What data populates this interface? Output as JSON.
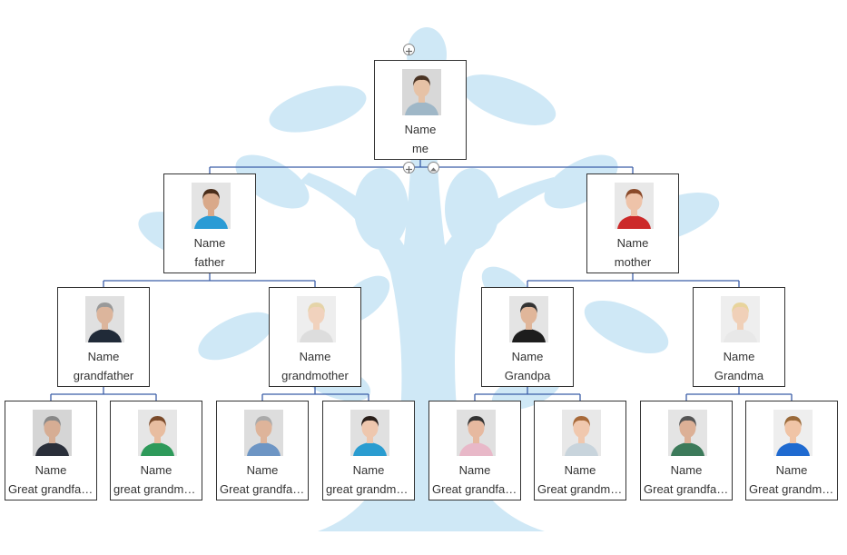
{
  "colors": {
    "connector": "#3b5ea8",
    "tree": "#cfe8f6",
    "border": "#333333"
  },
  "controls": {
    "add_parent_icon": "plus-circle-icon",
    "add_child_icon": "plus-circle-icon",
    "collapse_icon": "triangle-up-icon"
  },
  "nodes": [
    {
      "id": "me",
      "parent": null,
      "name": "Name",
      "role": "me",
      "skin": "#e6c2a6",
      "hair": "#4a3424",
      "shirt": "#9fb7c7",
      "bg": "#d8d8d8"
    },
    {
      "id": "father",
      "parent": "me",
      "name": "Name",
      "role": "father",
      "skin": "#d9a98a",
      "hair": "#4a2d1a",
      "shirt": "#2a9bd5",
      "bg": "#e4e4e4"
    },
    {
      "id": "mother",
      "parent": "me",
      "name": "Name",
      "role": "mother",
      "skin": "#eec3a9",
      "hair": "#8a4a2a",
      "shirt": "#cc2a2a",
      "bg": "#e8e8e8"
    },
    {
      "id": "grandfather",
      "parent": "father",
      "name": "Name",
      "role": "grandfather",
      "skin": "#dcb59c",
      "hair": "#999999",
      "shirt": "#202a38",
      "bg": "#e0e0e0"
    },
    {
      "id": "grandmother",
      "parent": "father",
      "name": "Name",
      "role": "grandmother",
      "skin": "#f1d2bd",
      "hair": "#e5d4a8",
      "shirt": "#dddddd",
      "bg": "#eeeeee"
    },
    {
      "id": "grandpa",
      "parent": "mother",
      "name": "Name",
      "role": "Grandpa",
      "skin": "#e0b69a",
      "hair": "#333333",
      "shirt": "#1d1d1d",
      "bg": "#e4e4e4"
    },
    {
      "id": "grandma",
      "parent": "mother",
      "name": "Name",
      "role": "Grandma",
      "skin": "#f0d0b8",
      "hair": "#e8d49c",
      "shirt": "#e8e8e8",
      "bg": "#eeeeee"
    },
    {
      "id": "gg1",
      "parent": "grandfather",
      "name": "Name",
      "role": "Great grandfather",
      "skin": "#d6ad94",
      "hair": "#888888",
      "shirt": "#2a2f3a",
      "bg": "#d5d5d5"
    },
    {
      "id": "gg2",
      "parent": "grandfather",
      "name": "Name",
      "role": "great grandmother",
      "skin": "#e8bda0",
      "hair": "#7a4a2a",
      "shirt": "#2e9a5a",
      "bg": "#e6e6e6"
    },
    {
      "id": "gg3",
      "parent": "grandmother",
      "name": "Name",
      "role": "Great grandfather",
      "skin": "#deb49a",
      "hair": "#aaaaaa",
      "shirt": "#6d95c4",
      "bg": "#dddddd"
    },
    {
      "id": "gg4",
      "parent": "grandmother",
      "name": "Name",
      "role": "great grandmother",
      "skin": "#eec7ae",
      "hair": "#2a1f1a",
      "shirt": "#2a9cd0",
      "bg": "#e0e0e0"
    },
    {
      "id": "gg5",
      "parent": "grandpa",
      "name": "Name",
      "role": "Great grandfather",
      "skin": "#e6b9a0",
      "hair": "#333333",
      "shirt": "#e8b8c8",
      "bg": "#e0e0e0"
    },
    {
      "id": "gg6",
      "parent": "grandpa",
      "name": "Name",
      "role": "Great grandmother",
      "skin": "#f0c8ae",
      "hair": "#a86a3a",
      "shirt": "#c8d4dc",
      "bg": "#e8e8e8"
    },
    {
      "id": "gg7",
      "parent": "grandma",
      "name": "Name",
      "role": "Great grandfather",
      "skin": "#dcb096",
      "hair": "#555555",
      "shirt": "#3c7a5a",
      "bg": "#e4e4e4"
    },
    {
      "id": "gg8",
      "parent": "grandma",
      "name": "Name",
      "role": "Great grandmother",
      "skin": "#f0c4a6",
      "hair": "#9a6a3a",
      "shirt": "#1f6ad0",
      "bg": "#eeeeee"
    }
  ]
}
